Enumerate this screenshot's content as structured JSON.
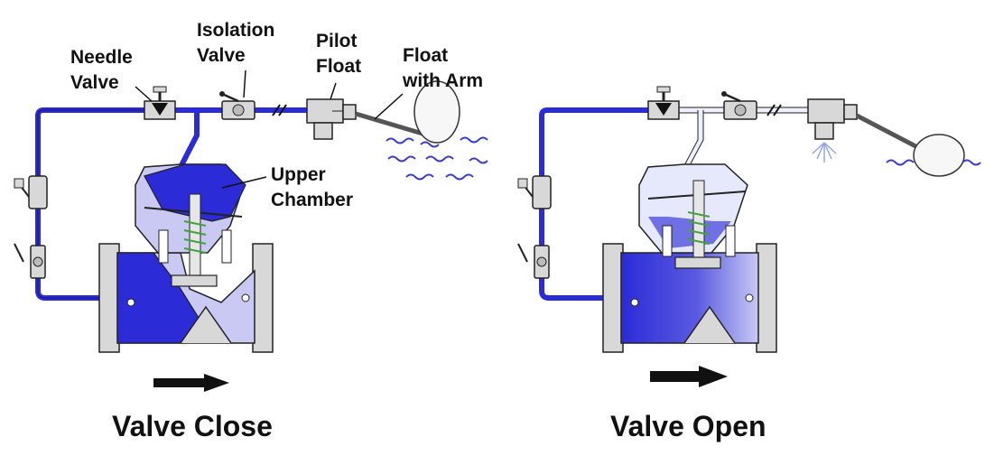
{
  "labels": {
    "needle_valve": [
      "Needle",
      "Valve"
    ],
    "isolation_valve": [
      "Isolation",
      "Valve"
    ],
    "pilot_float": [
      "Pilot",
      "Float"
    ],
    "float_with_arm": [
      "Float",
      "with Arm"
    ],
    "upper_chamber": [
      "Upper",
      "Chamber"
    ]
  },
  "captions": {
    "closed": "Valve Close",
    "open": "Valve Open"
  },
  "colors": {
    "water_dark": "#2b2bd8",
    "water_light": "#c9c9f4",
    "body_gray": "#d8d8d8",
    "outline": "#222222",
    "wave": "#3a3ad6",
    "spring_green": "#3fa33f"
  }
}
